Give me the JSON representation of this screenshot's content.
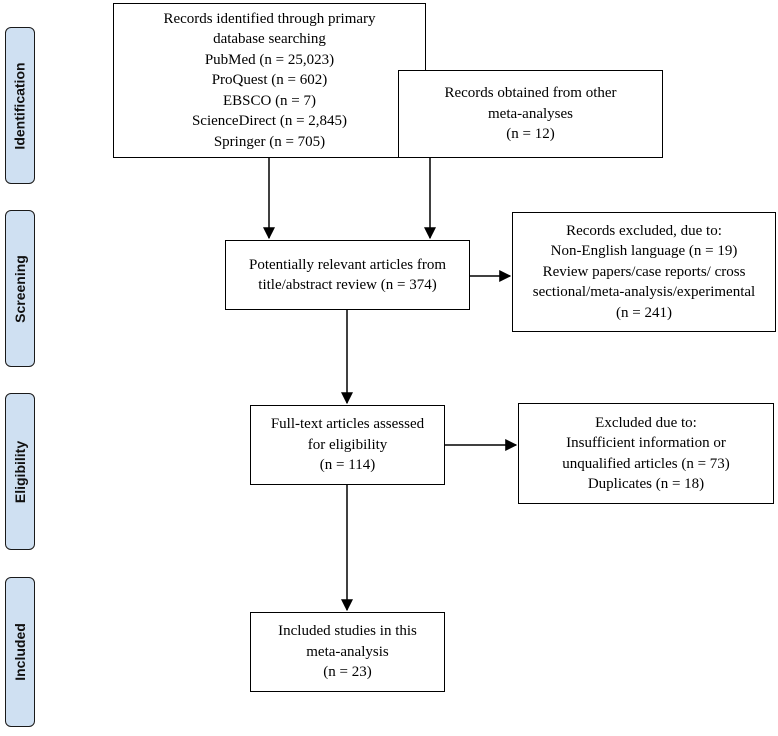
{
  "phases": [
    {
      "id": "identification",
      "label": "Identification"
    },
    {
      "id": "screening",
      "label": "Screening"
    },
    {
      "id": "eligibility",
      "label": "Eligibility"
    },
    {
      "id": "included",
      "label": "Included"
    }
  ],
  "boxes": {
    "primary_search": {
      "lines": [
        "Records identified through primary",
        "database searching",
        "PubMed (n = 25,023)",
        "ProQuest (n = 602)",
        "EBSCO (n = 7)",
        "ScienceDirect (n = 2,845)",
        "Springer (n = 705)"
      ]
    },
    "other_meta": {
      "lines": [
        "Records obtained from other",
        "meta-analyses",
        "(n = 12)"
      ]
    },
    "screened": {
      "lines": [
        "Potentially relevant articles from",
        "title/abstract review (n = 374)"
      ]
    },
    "excluded_screening": {
      "lines": [
        "Records excluded, due to:",
        "Non-English language (n = 19)",
        "Review papers/case reports/ cross",
        "sectional/meta-analysis/experimental",
        "(n = 241)"
      ]
    },
    "full_text": {
      "lines": [
        "Full-text articles assessed",
        "for eligibility",
        "(n = 114)"
      ]
    },
    "excluded_eligibility": {
      "lines": [
        "Excluded due to:",
        "Insufficient information or",
        "unqualified articles (n = 73)",
        "Duplicates (n = 18)"
      ]
    },
    "included": {
      "lines": [
        "Included studies in this",
        "meta-analysis",
        "(n = 23)"
      ]
    }
  }
}
